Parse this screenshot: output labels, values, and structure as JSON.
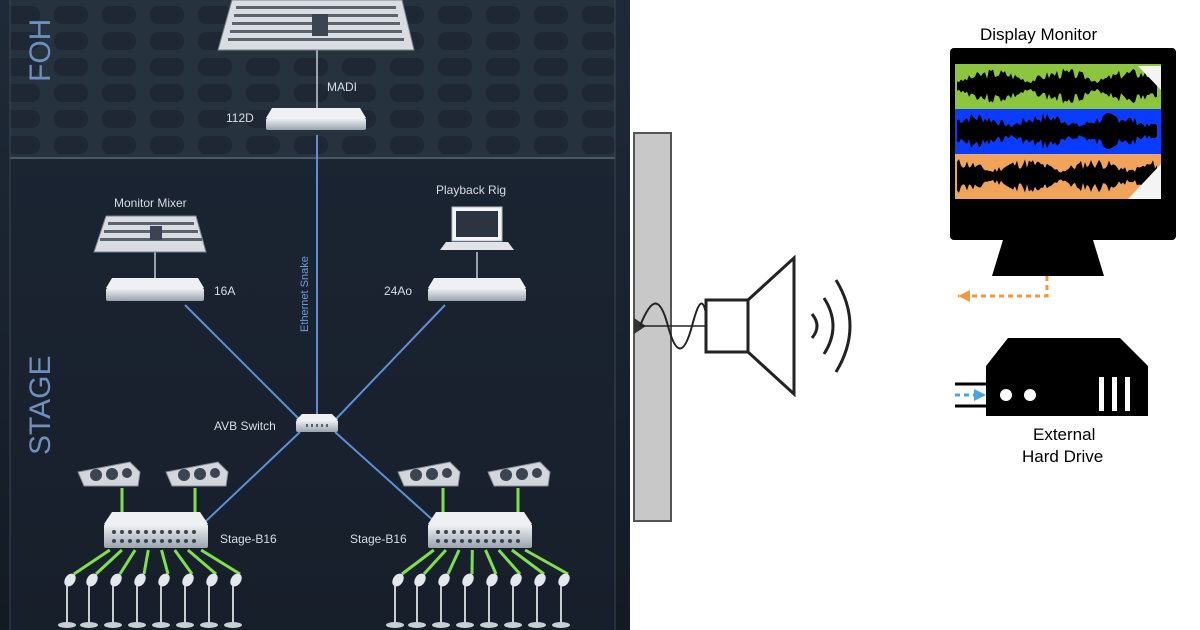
{
  "left_panel": {
    "zone_foh": "FOH",
    "zone_stage": "STAGE",
    "labels": {
      "madi": "MADI",
      "rack_112d": "112D",
      "monitor_mixer": "Monitor Mixer",
      "playback_rig": "Playback Rig",
      "rack_16a": "16A",
      "rack_24ao": "24Ao",
      "ethernet_snake": "Ethernet Snake",
      "avb_switch": "AVB Switch",
      "stage_box_left": "Stage-B16",
      "stage_box_right": "Stage-B16"
    }
  },
  "right_panel": {
    "display_monitor": "Display Monitor",
    "external_drive_line1": "External",
    "external_drive_line2": "Hard Drive",
    "waveform_colors": [
      "#8cc63f",
      "#0a3cff",
      "#f0a35a"
    ],
    "dashed_link_colors": {
      "monitor": "#f29a3a",
      "drive": "#4aa3e8"
    }
  },
  "colors": {
    "panel_bg": "#1b2430",
    "foh_bg": "#263240",
    "avb_link": "#5b8fd6",
    "mic_link": "#7ee04a"
  }
}
